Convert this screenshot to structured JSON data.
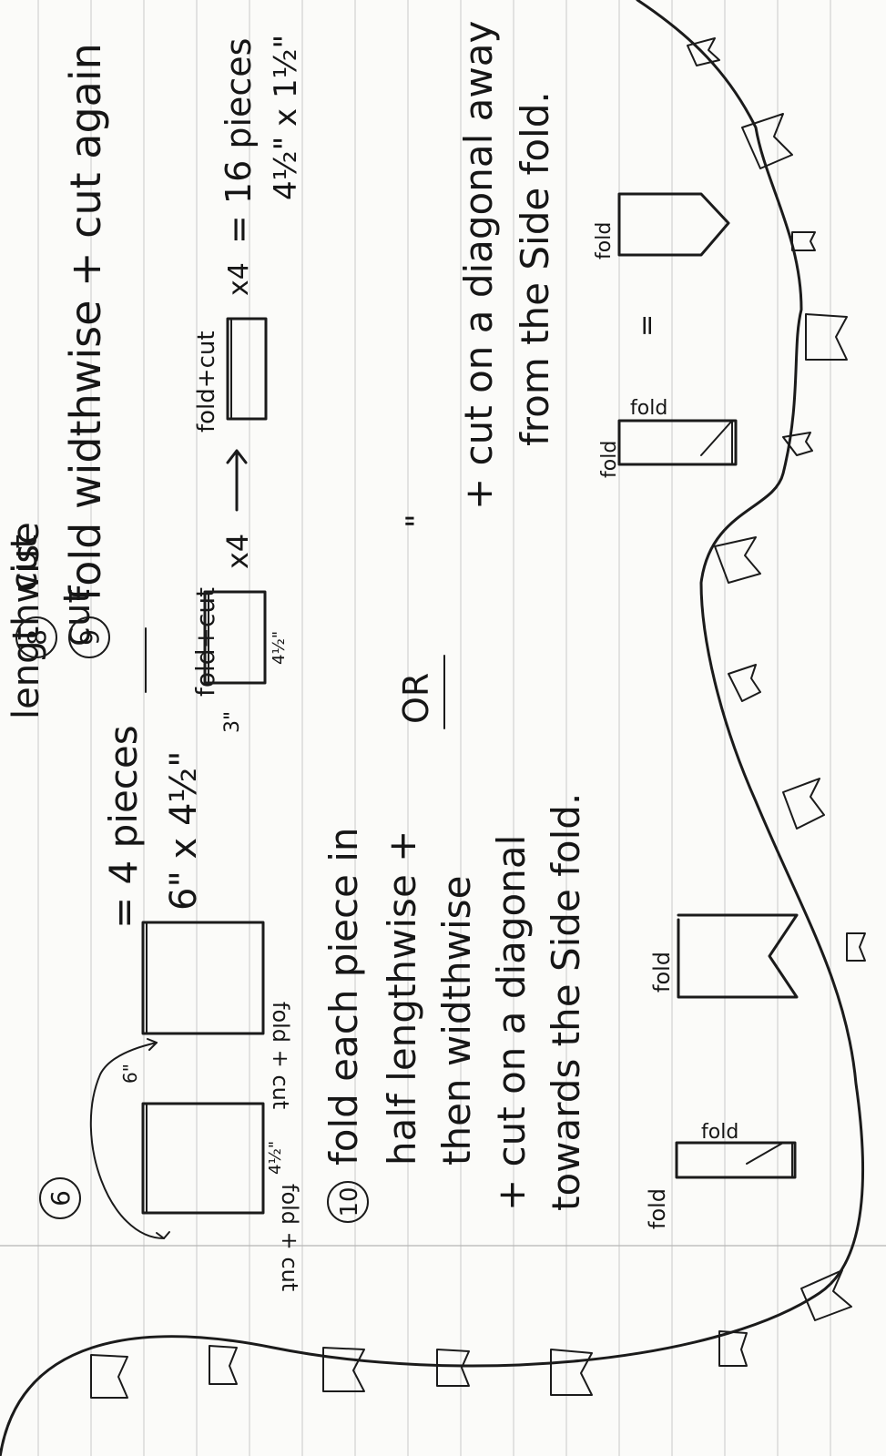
{
  "notes": {
    "step6_marker": "6",
    "step6_line1": "lengthwise",
    "step6_line2": "cut",
    "label_fold_cut": "fold + cut",
    "dim_6": "6\"",
    "dim_4_5": "4½\"",
    "result_4_pieces": "= 4 pieces",
    "result_4_pieces_dims": "6\" x 4½\"",
    "fold_cut": "fold+cut",
    "dim_3": "3\"",
    "x4": "x4",
    "result_16": "= 16 pieces",
    "result_16_dims": "4½\" x 1½\"",
    "step8_marker": "8",
    "step8_text": "cut",
    "step9_marker": "9",
    "step9_text": "fold widthwise + cut again",
    "step10_marker": "10",
    "step10_line1": "fold each piece in",
    "step10_line2": "half lengthwise +",
    "step10_line3": "then widthwise",
    "step10_line4": "+ cut on a diagonal",
    "step10_line5": "towards the Side fold.",
    "or_label": "OR",
    "alt_line1": "+ cut on a diagonal away",
    "alt_line2": "from the Side fold.",
    "fold": "fold",
    "equals": "=",
    "equals_marks": "\""
  }
}
